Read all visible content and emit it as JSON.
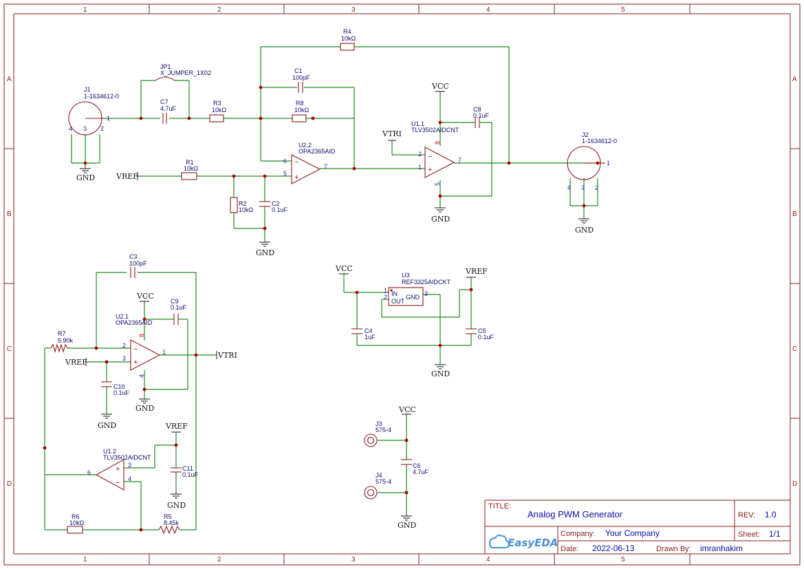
{
  "zones": {
    "columns": [
      "1",
      "2",
      "3",
      "4",
      "5"
    ],
    "rows": [
      "A",
      "B",
      "C",
      "D"
    ]
  },
  "components": {
    "J1": {
      "ref": "J1",
      "value": "1-1634612-0",
      "pins": [
        "1",
        "2",
        "3",
        "4"
      ]
    },
    "J2": {
      "ref": "J2",
      "value": "1-1634612-0",
      "pins": [
        "1",
        "2",
        "3",
        "4"
      ]
    },
    "JP1": {
      "ref": "JP1",
      "value": "X_JUMPER_1X02"
    },
    "C7": {
      "ref": "C7",
      "value": "4.7uF"
    },
    "R3": {
      "ref": "R3",
      "value": "10kΩ"
    },
    "R4": {
      "ref": "R4",
      "value": "10kΩ"
    },
    "C1": {
      "ref": "C1",
      "value": "100pF"
    },
    "R8": {
      "ref": "R8",
      "value": "10kΩ"
    },
    "U2_2": {
      "ref": "U2.2",
      "value": "OPA2365AID",
      "pins": [
        "6",
        "5",
        "7"
      ]
    },
    "R1": {
      "ref": "R1",
      "value": "10kΩ"
    },
    "R2": {
      "ref": "R2",
      "value": "10kΩ"
    },
    "C2": {
      "ref": "C2",
      "value": "0.1uF"
    },
    "U1_1": {
      "ref": "U1.1",
      "value": "TLV3502AIDCNT",
      "pins": [
        "2",
        "1",
        "7",
        "8",
        "5"
      ]
    },
    "C8": {
      "ref": "C8",
      "value": "0.1uF"
    },
    "C3": {
      "ref": "C3",
      "value": "100pF"
    },
    "C9": {
      "ref": "C9",
      "value": "0.1uF"
    },
    "U2_1": {
      "ref": "U2.1",
      "value": "OPA2365AID",
      "pins": [
        "2",
        "3",
        "1",
        "8",
        "4"
      ]
    },
    "R7": {
      "ref": "R7",
      "value": "5.90k"
    },
    "C10": {
      "ref": "C10",
      "value": "0.1uF"
    },
    "U1_2": {
      "ref": "U1.2",
      "value": "TLV3502AIDCNT",
      "pins": [
        "3",
        "4",
        "6"
      ]
    },
    "C11": {
      "ref": "C11",
      "value": "0.1uF"
    },
    "R6": {
      "ref": "R6",
      "value": "10kΩ"
    },
    "R5": {
      "ref": "R5",
      "value": "8.45k"
    },
    "U3": {
      "ref": "U3",
      "value": "REF3325AIDCKT",
      "pins": [
        "1",
        "2",
        "3"
      ],
      "pin_names": [
        "IN",
        "OUT",
        "GND"
      ]
    },
    "C4": {
      "ref": "C4",
      "value": "1uF"
    },
    "C5": {
      "ref": "C5",
      "value": "0.1uF"
    },
    "J3": {
      "ref": "J3",
      "value": "575-4"
    },
    "J4": {
      "ref": "J4",
      "value": "575-4"
    },
    "C6": {
      "ref": "C6",
      "value": "4.7uF"
    }
  },
  "nets": {
    "gnd": "GND",
    "vcc": "VCC",
    "vref": "VREF",
    "vtri": "VTRI"
  },
  "title_block": {
    "title_label": "TITLE:",
    "title": "Analog PWM Generator",
    "rev_label": "REV:",
    "rev": "1.0",
    "company_label": "Company:",
    "company": "Your Company",
    "sheet_label": "Sheet:",
    "sheet": "1/1",
    "date_label": "Date:",
    "date": "2022-06-13",
    "drawn_label": "Drawn By:",
    "drawn_by": "imranhakim",
    "logo_text": "EasyEDA"
  },
  "colors": {
    "frame": "#8b1a1a",
    "wire": "#1e8a1e",
    "junction": "#b00000",
    "text_blue": "#0a0aa8"
  }
}
